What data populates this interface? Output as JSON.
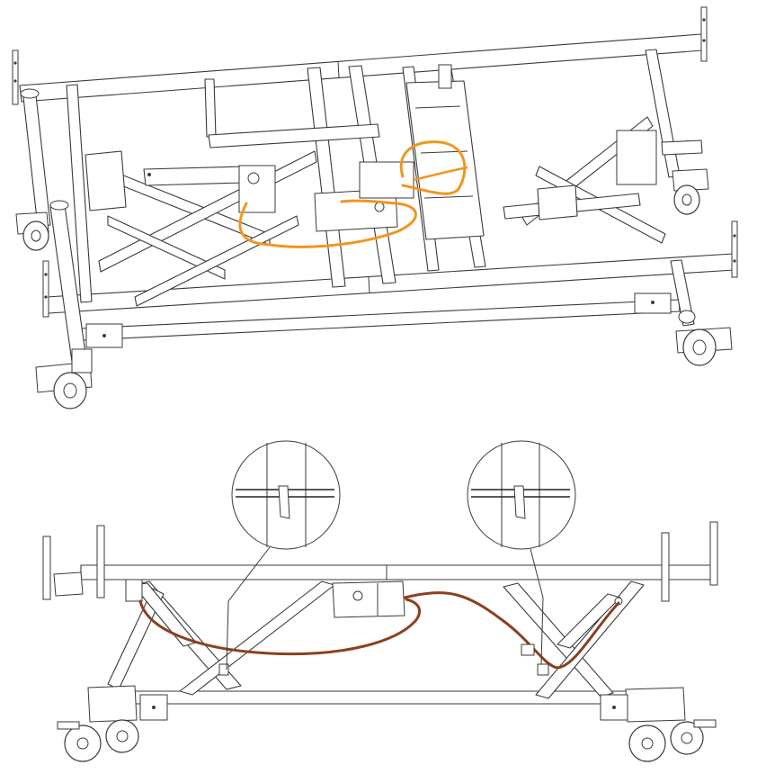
{
  "figure": {
    "top_view": {
      "name": "bed-frame-top-view",
      "cable_color": "#f0961e"
    },
    "side_view": {
      "name": "bed-frame-side-view",
      "cable_color": "#8b4020"
    },
    "callouts": [
      {
        "name": "cable-clip-detail-left"
      },
      {
        "name": "cable-clip-detail-right"
      }
    ]
  }
}
